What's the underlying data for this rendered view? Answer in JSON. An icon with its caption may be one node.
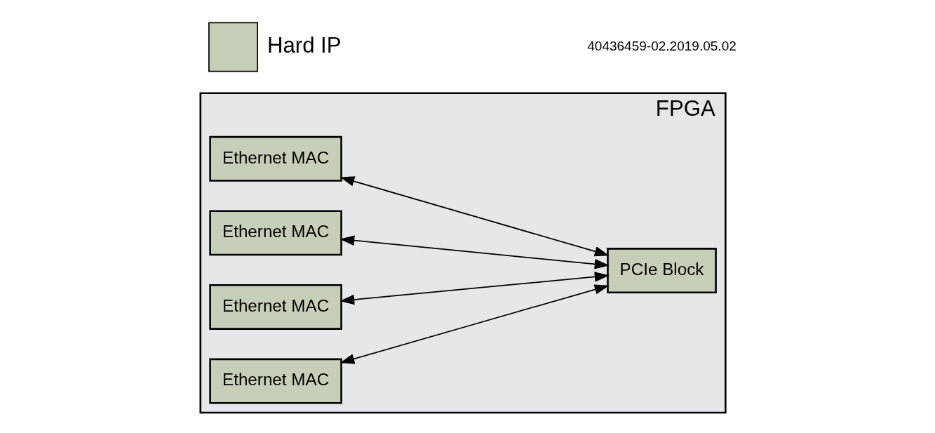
{
  "diagram": {
    "nodes": [
      {
        "text": [
          "FPGA"
        ]
      },
      {
        "text": [
          "Ethernet MAC"
        ],
        "in": 0
      },
      {
        "text": [
          "Ethernet MAC"
        ],
        "in": 0
      },
      {
        "text": [
          "Ethernet MAC"
        ],
        "in": 0
      },
      {
        "text": [
          "Ethernet MAC"
        ],
        "in": 0
      },
      {
        "text": [
          "PCIe Block"
        ],
        "in": 0
      }
    ],
    "edges": [
      {
        "from": 1,
        "to": 5,
        "arrow": "both"
      },
      {
        "from": 2,
        "to": 5,
        "arrow": "both"
      },
      {
        "from": 3,
        "to": 5,
        "arrow": "both"
      },
      {
        "from": 4,
        "to": 5,
        "arrow": "both"
      }
    ],
    "labels": [
      "40436459-02.2019.05.02"
    ],
    "legend": [
      {
        "text": "Hard IP",
        "color": "#c6d0b9"
      }
    ]
  }
}
